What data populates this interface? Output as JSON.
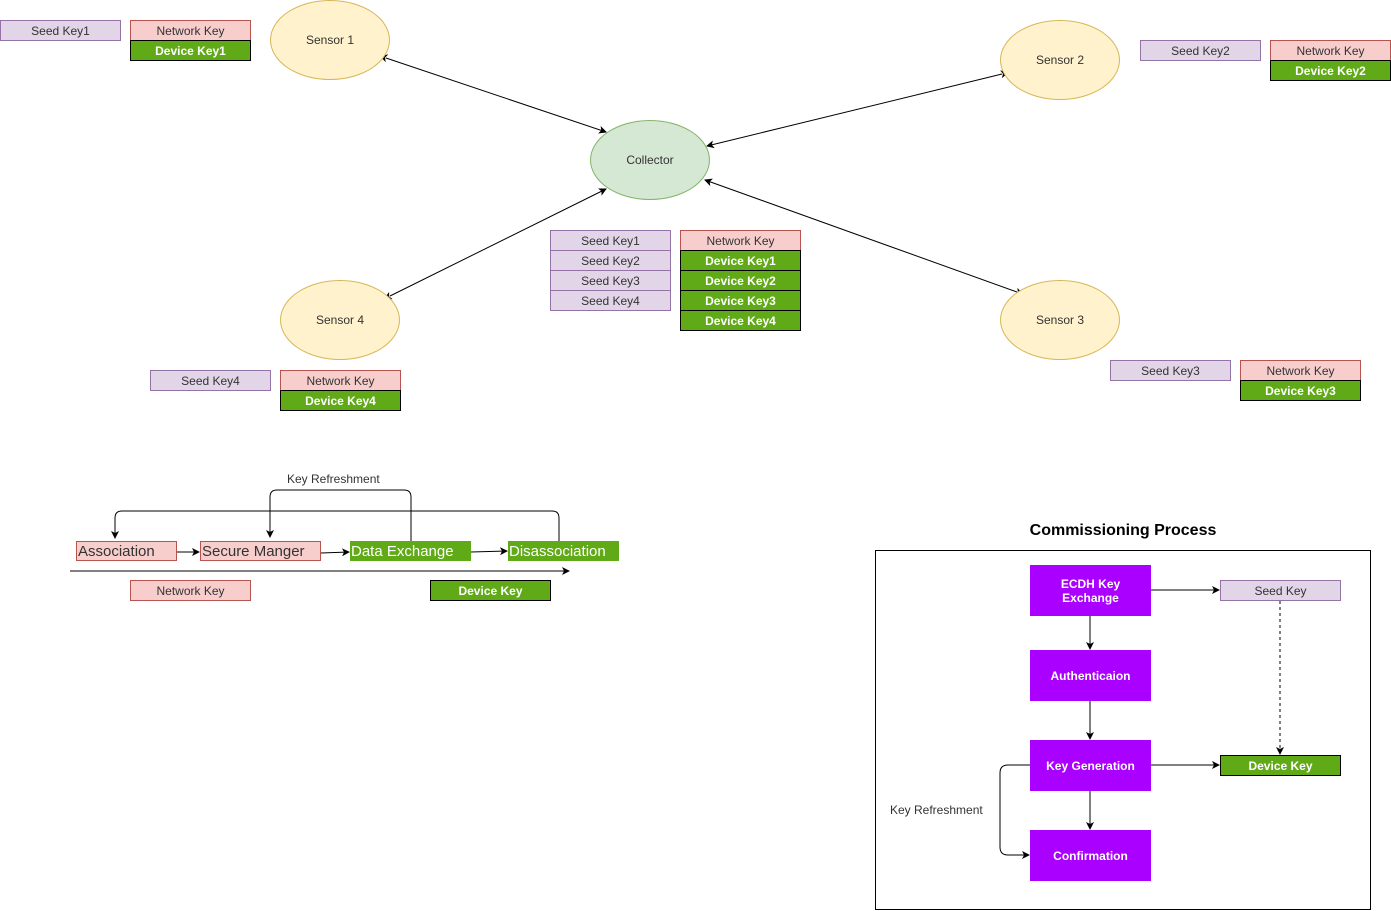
{
  "network": {
    "collector": "Collector",
    "sensors": [
      "Sensor 1",
      "Sensor 2",
      "Sensor 3",
      "Sensor 4"
    ],
    "sensor_keys": [
      {
        "seed": "Seed Key1",
        "network": "Network Key",
        "device": "Device Key1"
      },
      {
        "seed": "Seed Key2",
        "network": "Network Key",
        "device": "Device Key2"
      },
      {
        "seed": "Seed Key3",
        "network": "Network Key",
        "device": "Device Key3"
      },
      {
        "seed": "Seed Key4",
        "network": "Network Key",
        "device": "Device Key4"
      }
    ],
    "collector_seed_keys": [
      "Seed Key1",
      "Seed Key2",
      "Seed Key3",
      "Seed Key4"
    ],
    "collector_network_key": "Network Key",
    "collector_device_keys": [
      "Device Key1",
      "Device Key2",
      "Device Key3",
      "Device Key4"
    ]
  },
  "lifecycle": {
    "key_refreshment_label": "Key Refreshment",
    "stages": [
      "Association",
      "Secure Manger",
      "Data Exchange",
      "Disassociation"
    ],
    "network_key_label": "Network Key",
    "device_key_label": "Device Key"
  },
  "commissioning": {
    "title": "Commissioning Process",
    "steps": [
      "ECDH Key Exchange",
      "Authenticaion",
      "Key Generation",
      "Confirmation"
    ],
    "seed_key": "Seed Key",
    "device_key": "Device Key",
    "key_refreshment_label": "Key Refreshment"
  },
  "colors": {
    "seed_fill": "#e1d5e7",
    "network_fill": "#f8cecc",
    "device_fill": "#60a917",
    "sensor_fill": "#fff2cc",
    "collector_fill": "#d5e8d4",
    "process_fill": "#aa00ff"
  }
}
